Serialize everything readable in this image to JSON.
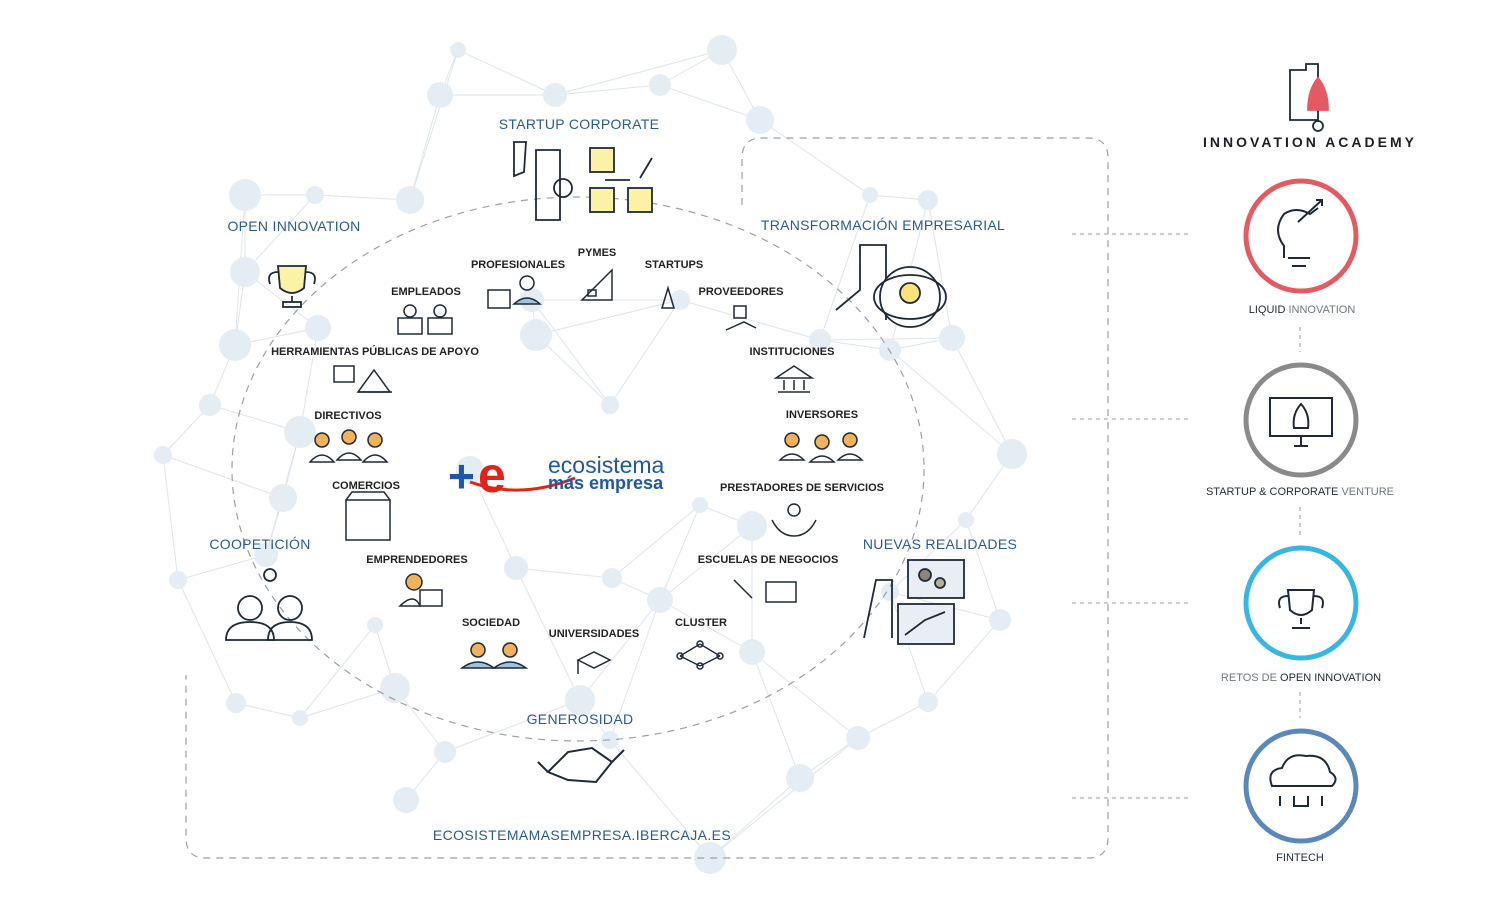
{
  "logo": {
    "mark": "+e",
    "line1": "ecosistema",
    "line2": "más empresa"
  },
  "sections": {
    "startup_corporate": "STARTUP CORPORATE",
    "open_innovation": "OPEN INNOVATION",
    "transformacion": "TRANSFORMACIÓN EMPRESARIAL",
    "coopeticion": "COOPETICIÓN",
    "nuevas_realidades": "NUEVAS REALIDADES",
    "generosidad": "GENEROSIDAD"
  },
  "nodes": {
    "profesionales": "PROFESIONALES",
    "pymes": "PYMES",
    "startups": "STARTUPS",
    "empleados": "EMPLEADOS",
    "proveedores": "PROVEEDORES",
    "herramientas": "HERRAMIENTAS PÚBLICAS DE APOYO",
    "instituciones": "INSTITUCIONES",
    "directivos": "DIRECTIVOS",
    "inversores": "INVERSORES",
    "comercios": "COMERCIOS",
    "prestadores": "PRESTADORES DE SERVICIOS",
    "emprendedores": "EMPRENDEDORES",
    "escuelas": "ESCUELAS DE NEGOCIOS",
    "sociedad": "SOCIEDAD",
    "universidades": "UNIVERSIDADES",
    "cluster": "CLUSTER"
  },
  "url": "ECOSISTEMAMASEMPRESA.IBERCAJA.ES",
  "academy": "INNOVATION ACADEMY",
  "programs": {
    "liquid": {
      "strong": "LIQUID",
      "light": " INNOVATION",
      "color": "#e45a62",
      "icon": "lightbulb-arrows-icon"
    },
    "startup": {
      "strong": "STARTUP & CORPORATE",
      "light": " VENTURE",
      "color": "#8a8a8a",
      "icon": "monitor-rocket-icon"
    },
    "retos": {
      "light": "RETOS DE ",
      "strong": "OPEN INNOVATION",
      "color": "#38b6e2",
      "icon": "trophy-icon"
    },
    "fintech": {
      "strong": "FINTECH",
      "light": "",
      "color": "#5a88bb",
      "icon": "cloud-circuit-icon"
    }
  }
}
